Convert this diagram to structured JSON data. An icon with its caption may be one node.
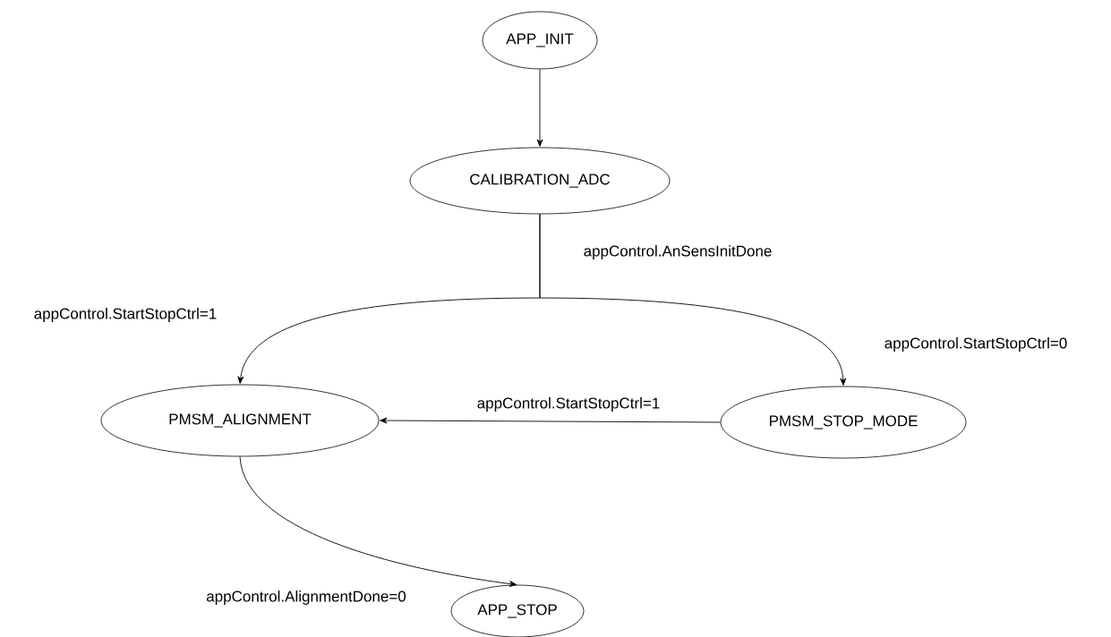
{
  "diagram": {
    "nodes": [
      {
        "text": [
          "APP_INIT"
        ]
      },
      {
        "text": [
          "CALIBRATION_ADC"
        ]
      },
      {
        "text": [
          "PMSM_ALIGNMENT"
        ]
      },
      {
        "text": [
          "PMSM_STOP_MODE"
        ]
      },
      {
        "text": [
          "APP_STOP"
        ]
      }
    ],
    "edges": [
      {
        "from": 0,
        "to": 1,
        "arrow": "to"
      },
      {
        "from": 1,
        "to": 2,
        "arrow": "to",
        "label": "appControl.StartStopCtrl=1"
      },
      {
        "from": 1,
        "to": 3,
        "arrow": "to",
        "label": "appControl.StartStopCtrl=0"
      },
      {
        "from": 3,
        "to": 2,
        "arrow": "to",
        "label": "appControl.StartStopCtrl=1"
      },
      {
        "from": 2,
        "to": 4,
        "arrow": "to",
        "label": "appControl.AlignmentDone=0"
      }
    ],
    "labels": [
      "appControl.AnSensInitDone"
    ]
  }
}
